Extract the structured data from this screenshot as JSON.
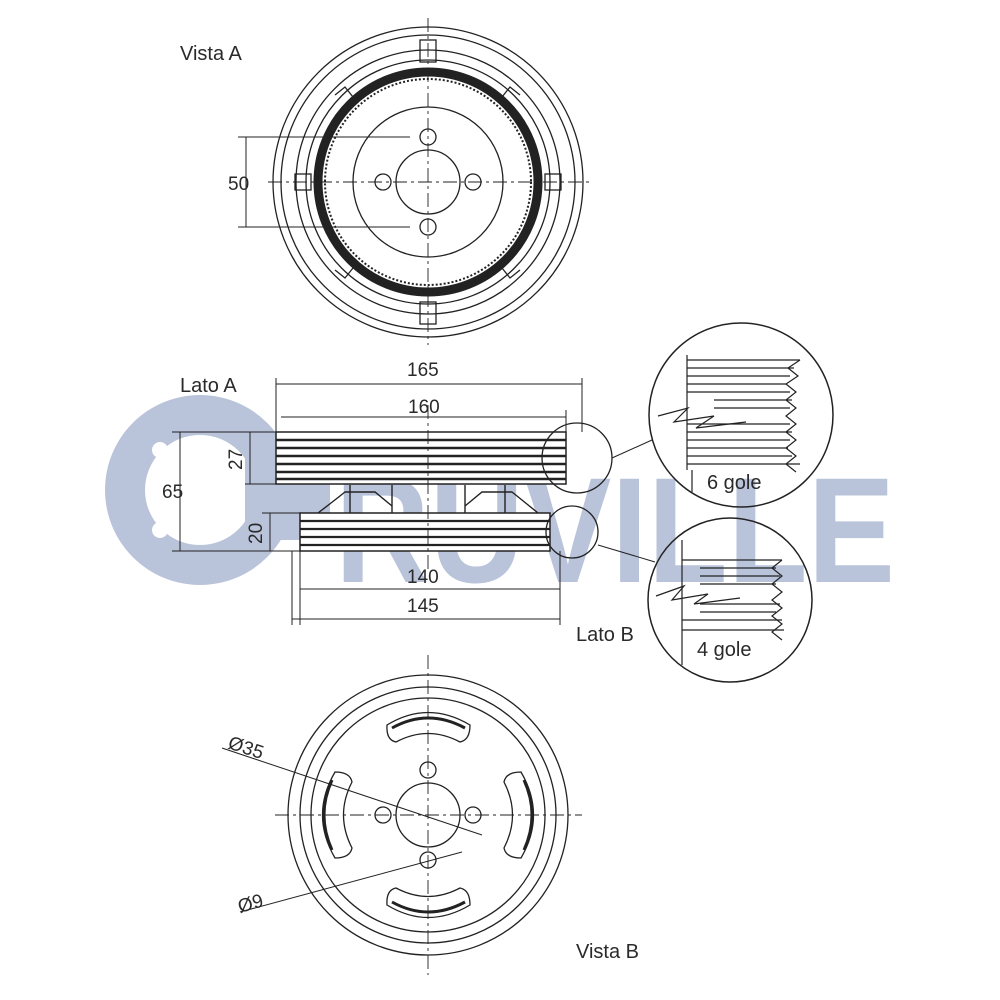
{
  "watermark": {
    "text": "RUVILLE",
    "color": "#b9c3da"
  },
  "views": {
    "vista_a": "Vista A",
    "lato_a": "Lato A",
    "lato_b": "Lato B",
    "vista_b": "Vista B"
  },
  "dimensions": {
    "d50": "50",
    "d165": "165",
    "d160": "160",
    "d27": "27",
    "d65": "65",
    "d20": "20",
    "d140": "140",
    "d145": "145",
    "d35": "Ø35",
    "d9": "Ø9"
  },
  "details": {
    "grooves_a": "6 gole",
    "grooves_b": "4 gole"
  },
  "colors": {
    "line": "#222222",
    "watermark": "#b9c3da"
  }
}
